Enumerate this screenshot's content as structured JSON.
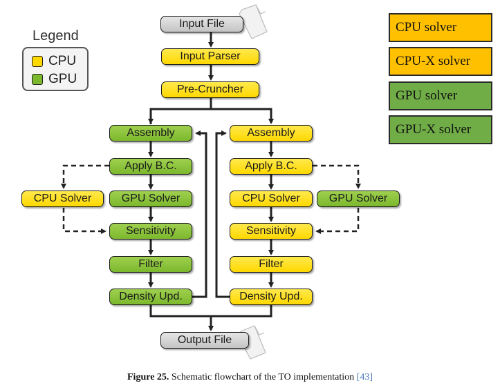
{
  "legend": {
    "title": "Legend",
    "items": [
      {
        "label": "CPU",
        "color": "#ffd800"
      },
      {
        "label": "GPU",
        "color": "#7cb82d"
      }
    ]
  },
  "flow": {
    "input_file": "Input File",
    "input_parser": "Input Parser",
    "pre_cruncher": "Pre-Cruncher",
    "left": {
      "assembly": "Assembly",
      "apply_bc": "Apply B.C.",
      "cpu_solver": "CPU Solver",
      "gpu_solver": "GPU Solver",
      "sensitivity": "Sensitivity",
      "filter": "Filter",
      "density_upd": "Density Upd."
    },
    "right": {
      "assembly": "Assembly",
      "apply_bc": "Apply B.C.",
      "cpu_solver": "CPU Solver",
      "gpu_solver": "GPU Solver",
      "sensitivity": "Sensitivity",
      "filter": "Filter",
      "density_upd": "Density Upd."
    },
    "output_file": "Output File"
  },
  "solver_boxes": [
    {
      "label": "CPU solver",
      "color": "#ffc000"
    },
    {
      "label": "CPU-X solver",
      "color": "#ffc000"
    },
    {
      "label": "GPU solver",
      "color": "#70ad47"
    },
    {
      "label": "GPU-X solver",
      "color": "#70ad47"
    }
  ],
  "caption": {
    "figure": "Figure 25.",
    "text": "Schematic flowchart of the TO implementation",
    "ref": "[43]"
  }
}
